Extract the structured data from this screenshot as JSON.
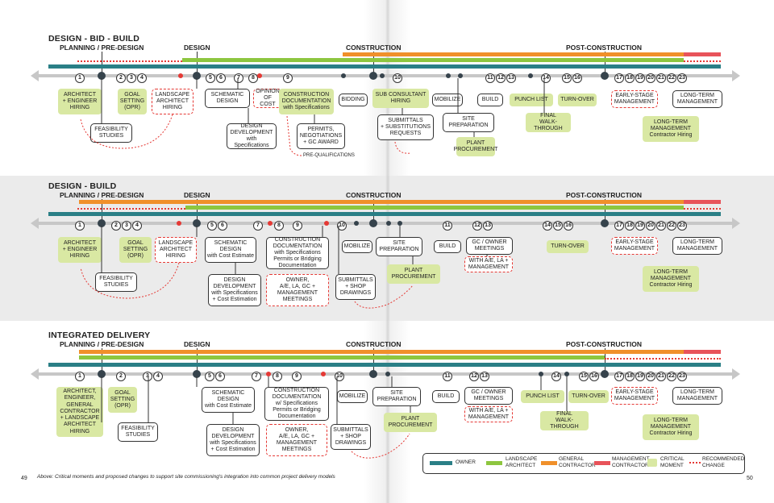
{
  "caption": "Above: Critical moments and proposed changes to support site commissioning's integration into common project delivery models",
  "page_left": "49",
  "page_right": "50",
  "colors": {
    "owner": "#2a7f86",
    "landscape": "#8dc63f",
    "gc": "#f0902a",
    "mgmt": "#e8535a",
    "critical": "#d9e8a3",
    "recommended": "#e53935"
  },
  "legend": {
    "owner": "OWNER",
    "landscape": "LANDSCAPE\nARCHITECT",
    "gc": "GENERAL\nCONTRACTOR",
    "mgmt": "MANAGEMENT\nCONTRACTOR",
    "critical": "CRITICAL\nMOMENT",
    "recommended": "RECOMMENDED\nCHANGE"
  },
  "sections": [
    {
      "heading": "DESIGN - BID - BUILD",
      "phases": [
        "PLANNING / PRE-DESIGN",
        "DESIGN",
        "CONSTRUCTION",
        "POST-CONSTRUCTION"
      ],
      "numbers": [
        "1",
        "2",
        "3",
        "4",
        "5",
        "6",
        "7",
        "8",
        "9",
        "10",
        "11",
        "12",
        "13",
        "14",
        "15",
        "16",
        "17",
        "18",
        "19",
        "20",
        "21",
        "22",
        "23"
      ],
      "boxes": {
        "architect": "ARCHITECT\n+ ENGINEER\nHIRING",
        "feasibility": "FEASIBILITY\nSTUDIES",
        "goal": "GOAL\nSETTING\n(OPR)",
        "landscape_hiring": "LANDSCAPE\nARCHITECT\nHIRING",
        "schematic": "SCHEMATIC\nDESIGN",
        "design_dev": "DESIGN\nDEVELOPMENT\nwith Specifications",
        "opinion": "OPINION\nOF COST",
        "construction_docs": "CONSTRUCTION\nDOCUMENTATION\nwith Specifications",
        "permits": "PERMITS,\nNEGOTIATIONS\n+ GC AWARD",
        "prequal": "PRE-QUALIFICATIONS",
        "bidding": "BIDDING",
        "sub_hiring": "SUB CONSULTANT\nHIRING",
        "submittals": "SUBMITTALS\n+ SUBSTITUTIONS\nREQUESTS",
        "mobilize": "MOBILIZE",
        "site_prep": "SITE\nPREPARATION",
        "plant_proc": "PLANT\nPROCUREMENT",
        "build": "BUILD",
        "punch": "PUNCH LIST",
        "final_walk": "FINAL\nWALK-THROUGH",
        "turnover": "TURN-OVER",
        "early_mgmt": "EARLY-STAGE\nMANAGEMENT",
        "lt_hiring": "LONG-TERM\nMANAGEMENT\nContractor Hiring",
        "lt_mgmt": "LONG-TERM\nMANAGEMENT"
      }
    },
    {
      "heading": "DESIGN - BUILD",
      "phases": [
        "PLANNING / PRE-DESIGN",
        "DESIGN",
        "CONSTRUCTION",
        "POST-CONSTRUCTION"
      ],
      "numbers": [
        "1",
        "2",
        "3",
        "4",
        "5",
        "6",
        "7",
        "8",
        "9",
        "10",
        "11",
        "12",
        "13",
        "14",
        "15",
        "16",
        "17",
        "18",
        "19",
        "20",
        "21",
        "22",
        "23"
      ],
      "boxes": {
        "architect": "ARCHITECT\n+ ENGINEER\nHIRING",
        "feasibility": "FEASIBILITY\nSTUDIES",
        "goal": "GOAL\nSETTING\n(OPR)",
        "landscape_hiring": "LANDSCAPE\nARCHITECT\nHIRING",
        "schematic": "SCHEMATIC\nDESIGN\nwith Cost Estimate",
        "design_dev": "DESIGN\nDEVELOPMENT\nwith Specifications\n+ Cost Estimation",
        "construction_docs": "CONSTRUCTION\nDOCUMENTATION\nwith Specifications\nPermits or Bridging\nDocumentation",
        "owner_meet": "OWNER,\nA/E, LA, GC +\nMANAGEMENT\nMEETINGS",
        "mobilize": "MOBILIZE",
        "submittals": "SUBMITTALS\n+ SHOP\nDRAWINGS",
        "site_prep": "SITE\nPREPARATION",
        "plant_proc": "PLANT\nPROCUREMENT",
        "build": "BUILD",
        "gc_meet": "GC / OWNER\nMEETINGS",
        "with_ae": "WITH A/E, LA +\nMANAGEMENT",
        "turnover": "TURN-OVER",
        "early_mgmt": "EARLY-STAGE\nMANAGEMENT",
        "lt_hiring": "LONG-TERM\nMANAGEMENT\nContractor Hiring",
        "lt_mgmt": "LONG-TERM\nMANAGEMENT"
      }
    },
    {
      "heading": "INTEGRATED DELIVERY",
      "phases": [
        "PLANNING / PRE-DESIGN",
        "DESIGN",
        "CONSTRUCTION",
        "POST-CONSTRUCTION"
      ],
      "numbers": [
        "1",
        "2",
        "3",
        "4",
        "5",
        "6",
        "7",
        "8",
        "9",
        "10",
        "11",
        "12",
        "13",
        "14",
        "15",
        "16",
        "17",
        "18",
        "19",
        "20",
        "21",
        "22",
        "23"
      ],
      "boxes": {
        "architect": "ARCHITECT,\nENGINEER,\nGENERAL\nCONTRACTOR\n+ LANDSCAPE\nARCHITECT\nHIRING",
        "goal": "GOAL\nSETTING\n(OPR)",
        "feasibility": "FEASIBILITY\nSTUDIES",
        "schematic": "SCHEMATIC\nDESIGN\nwith Cost Estimate",
        "design_dev": "DESIGN\nDEVELOPMENT\nwith Specifications\n+ Cost Estimation",
        "construction_docs": "CONSTRUCTION\nDOCUMENTATION\nw/ Specifications\nPermits or Bridging\nDocumentation",
        "owner_meet": "OWNER,\nA/E, LA, GC +\nMANAGEMENT\nMEETINGS",
        "mobilize": "MOBILIZE",
        "submittals": "SUBMITTALS\n+ SHOP\nDRAWINGS",
        "site_prep": "SITE\nPREPARATION",
        "plant_proc": "PLANT\nPROCUREMENT",
        "build": "BUILD",
        "gc_meet": "GC / OWNER\nMEETINGS",
        "with_ae": "WITH A/E, LA +\nMANAGEMENT",
        "punch": "PUNCH LIST",
        "final_walk": "FINAL\nWALK-THROUGH",
        "turnover": "TURN-OVER",
        "early_mgmt": "EARLY-STAGE\nMANAGEMENT",
        "lt_hiring": "LONG-TERM\nMANAGEMENT\nContractor Hiring",
        "lt_mgmt": "LONG-TERM\nMANAGEMENT"
      }
    }
  ]
}
